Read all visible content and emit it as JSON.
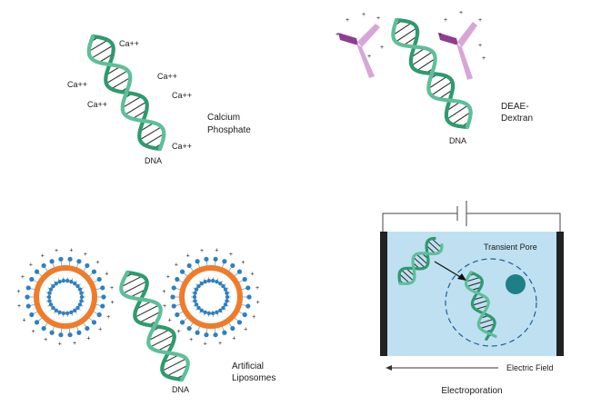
{
  "calcium": {
    "ions": [
      "Ca++",
      "Ca++",
      "Ca++",
      "Ca++",
      "Ca++",
      "Ca++"
    ],
    "dna_label": "DNA",
    "caption_line1": "Calcium",
    "caption_line2": "Phosphate"
  },
  "deae": {
    "dna_label": "DNA",
    "caption_line1": "DEAE-",
    "caption_line2": "Dextran"
  },
  "liposomes": {
    "dna_label": "DNA",
    "caption_line1": "Artificial",
    "caption_line2": "Liposomes"
  },
  "electroporation": {
    "pore_label": "Transient Pore",
    "field_label": "Electric Field",
    "caption": "Electroporation"
  },
  "colors": {
    "dna_teal": "#5dbf9a",
    "dna_dark": "#2e9a6e",
    "dna_rung": "#333333",
    "deae_purple": "#8e3e8e",
    "deae_light": "#d7a6d7",
    "lipid_head": "#2f7fc0",
    "lipid_core": "#f07b2a",
    "chamber_fill": "#bfe0f1",
    "electrode": "#222222",
    "nucleus": "#1f7f86"
  }
}
